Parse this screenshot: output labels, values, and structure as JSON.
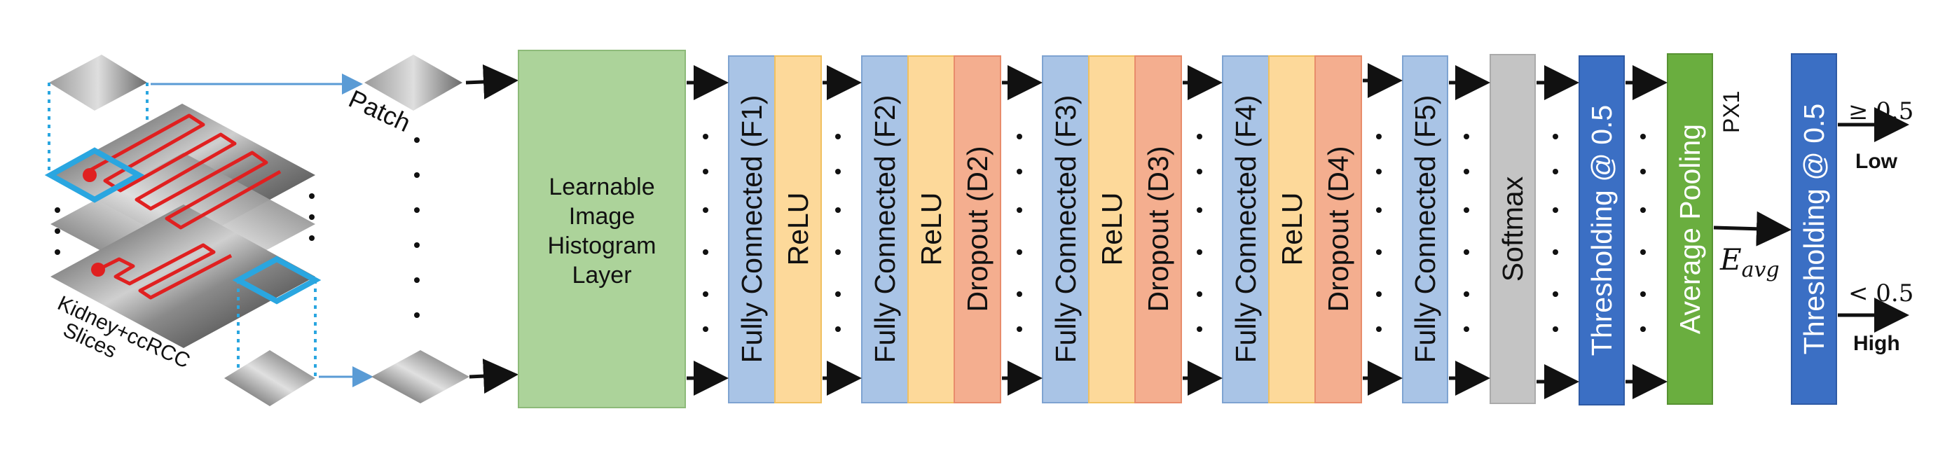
{
  "input": {
    "slices_label_line1": "Kidney+ccRCC",
    "slices_label_line2": "Slices",
    "patch_label": "Patch"
  },
  "histogram_layer": {
    "line1": "Learnable",
    "line2": "Image",
    "line3": "Histogram",
    "line4": "Layer"
  },
  "blocks": {
    "fc1": "Fully Connected (F1)",
    "relu1": "ReLU",
    "fc2": "Fully Connected (F2)",
    "relu2": "ReLU",
    "dropout2": "Dropout (D2)",
    "fc3": "Fully Connected (F3)",
    "relu3": "ReLU",
    "dropout3": "Dropout (D3)",
    "fc4": "Fully Connected (F4)",
    "relu4": "ReLU",
    "dropout4": "Dropout (D4)",
    "fc5": "Fully Connected (F5)",
    "softmax": "Softmax",
    "threshold1": "Thresholding @ 0.5",
    "avg_pool": "Average Pooling",
    "threshold2": "Thresholding @ 0.5"
  },
  "output": {
    "px1": "PX1",
    "e_avg_base": "E",
    "e_avg_sub": "avg",
    "ge_label": "≥ 0.5",
    "low_label": "Low",
    "lt_label": "< 0.5",
    "high_label": "High"
  },
  "colors": {
    "green": "#acd39a",
    "green_border": "#8dba79",
    "blue_light": "#a9c4e6",
    "blue_border": "#7ea3d1",
    "orange_light": "#fdd99a",
    "salmon": "#f4ae8f",
    "gray": "#c4c4c4",
    "blue_dark": "#3b6fc4",
    "green_dark": "#6aae3f",
    "arrow": "#111111",
    "red_path": "#e02020",
    "cyan": "#2aa6e0"
  }
}
